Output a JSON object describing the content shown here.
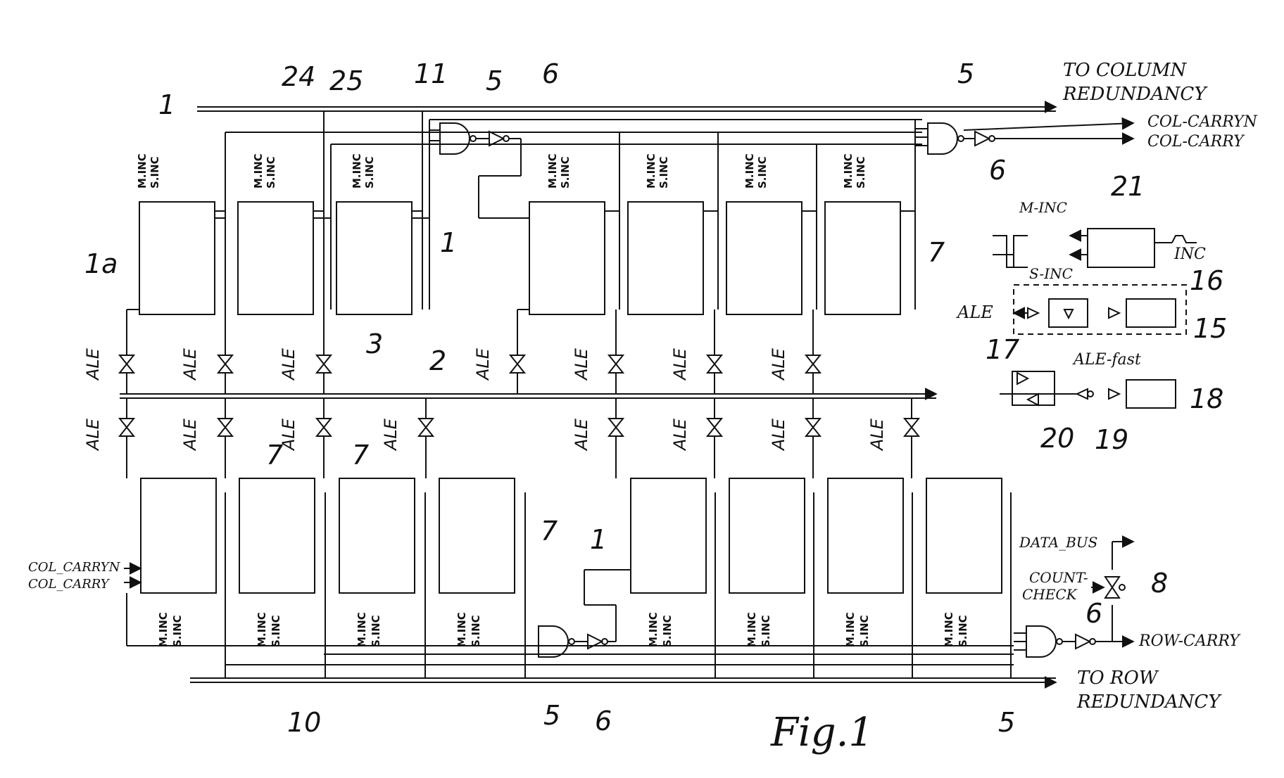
{
  "figure": {
    "caption": "Fig.1",
    "colors": {
      "ink": "#111111",
      "paper": "#ffffff"
    }
  },
  "signals": {
    "m_inc": "M.INC",
    "s_inc": "S.INC",
    "ale": "ALE",
    "ale_fast": "ALE-fast",
    "col_carryn": "COL-CARRYN",
    "col_carry": "COL-CARRY",
    "row_carry": "ROW-CARRY",
    "data_bus": "DATA_BUS",
    "count": "COUNT-",
    "check": "CHECK",
    "inc": "INC",
    "m_inc_side": "M-INC",
    "s_inc_side": "S-INC",
    "col_carryn_left": "COL_CARRYN",
    "col_carry_left": "COL_CARRY"
  },
  "destinations": {
    "to_column_1": "TO COLUMN",
    "to_column_2": "REDUNDANCY",
    "to_row_1": "TO ROW",
    "to_row_2": "REDUNDANCY"
  },
  "refs": {
    "r1": "1",
    "r1a": "1a",
    "r2": "2",
    "r3": "3",
    "r5": "5",
    "r6": "6",
    "r7": "7",
    "r8": "8",
    "r10": "10",
    "r11": "11",
    "r15": "15",
    "r16": "16",
    "r17": "17",
    "r18": "18",
    "r19": "19",
    "r20": "20",
    "r21": "21",
    "r24": "24",
    "r25": "25"
  }
}
